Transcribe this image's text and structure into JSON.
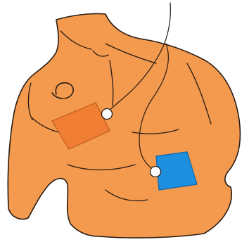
{
  "illustration": {
    "subject": "torso-with-defibrillator-pads",
    "colors": {
      "skin": "#F39A4E",
      "outline": "#2A1C14",
      "pad_anterior": "#F07F34",
      "pad_anterior_edge": "#C8621F",
      "pad_lateral": "#1F8FDF",
      "pad_lateral_edge": "#136CB0",
      "connector": "#FFFFFF",
      "cable": "#2A1C14",
      "background": "#FFFFFF"
    },
    "pads": [
      {
        "id": "anterior",
        "color_key": "pad_anterior"
      },
      {
        "id": "lateral",
        "color_key": "pad_lateral"
      }
    ],
    "cable": {
      "visible": true
    }
  }
}
